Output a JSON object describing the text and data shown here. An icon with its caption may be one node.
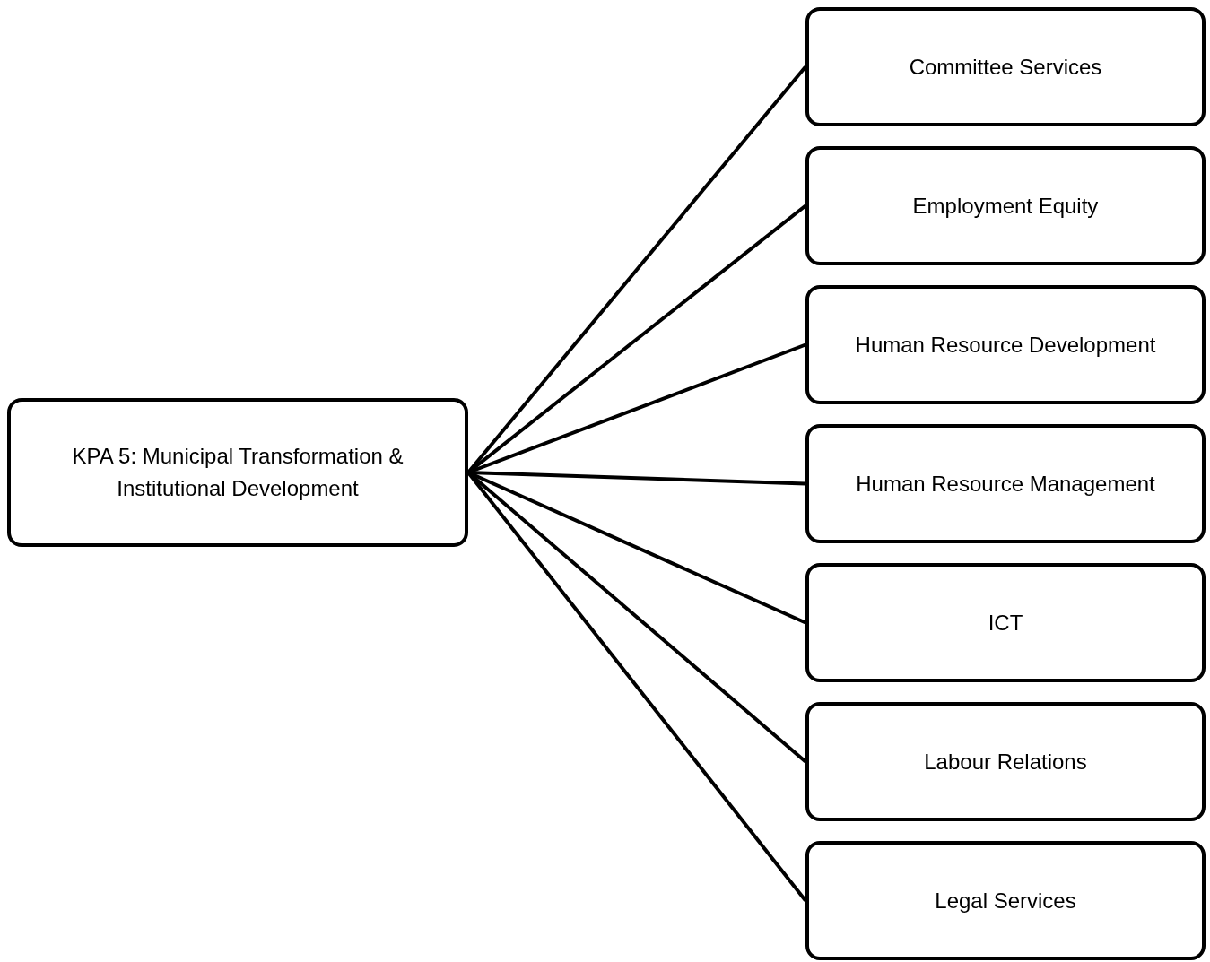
{
  "diagram": {
    "nodes": [
      {
        "text": [
          "KPA 5: Municipal Transformation & Institutional Development"
        ]
      },
      {
        "text": [
          "Committee Services"
        ]
      },
      {
        "text": [
          "Employment Equity"
        ]
      },
      {
        "text": [
          "Human Resource Development"
        ]
      },
      {
        "text": [
          "Human Resource Management"
        ]
      },
      {
        "text": [
          "ICT"
        ]
      },
      {
        "text": [
          "Labour Relations"
        ]
      },
      {
        "text": [
          "Legal Services"
        ]
      }
    ],
    "edges": [
      {
        "from": 0,
        "to": 1,
        "arrow": "none"
      },
      {
        "from": 0,
        "to": 2,
        "arrow": "none"
      },
      {
        "from": 0,
        "to": 3,
        "arrow": "none"
      },
      {
        "from": 0,
        "to": 4,
        "arrow": "none"
      },
      {
        "from": 0,
        "to": 5,
        "arrow": "none"
      },
      {
        "from": 0,
        "to": 6,
        "arrow": "none"
      },
      {
        "from": 0,
        "to": 7,
        "arrow": "none"
      }
    ]
  }
}
